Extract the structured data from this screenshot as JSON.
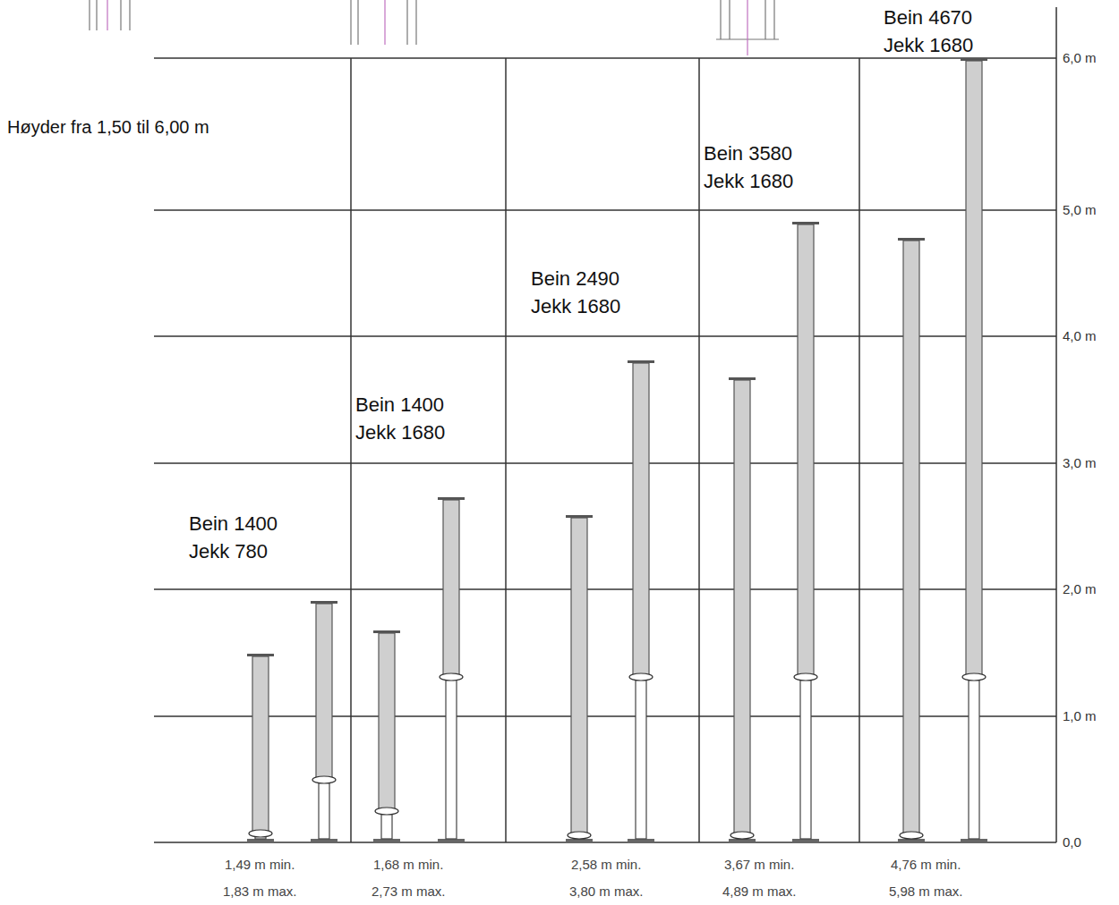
{
  "diagram": {
    "labels": [
      "Høyder fra 1,50 til 6,00 m",
      "Bein 1400 Jekk 780",
      "Bein 1400 Jekk 1680",
      "Bein 2490 Jekk 1680",
      "Bein 3580 Jekk 1680",
      "Bein 4670 Jekk 1680",
      "6,0 m",
      "5,0 m",
      "4,0 m",
      "3,0 m",
      "2,0 m",
      "1,0 m",
      "0,0",
      "1,49 m min.",
      "1,83 m max.",
      "1,68 m min.",
      "2,73 m max.",
      "2,58 m min.",
      "3,80 m max.",
      "3,67 m min.",
      "4,89 m max.",
      "4,76 m min.",
      "5,98 m max."
    ]
  }
}
